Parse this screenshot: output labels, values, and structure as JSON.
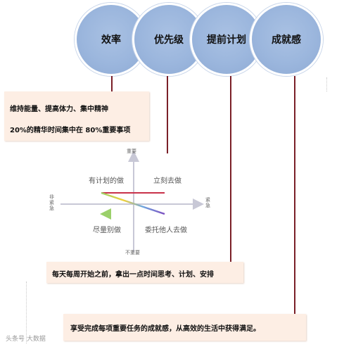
{
  "circles": [
    {
      "label": "效率"
    },
    {
      "label": "优先级"
    },
    {
      "label": "提前计划"
    },
    {
      "label": "成就感"
    }
  ],
  "box1": {
    "line1": "维持能量、提高体力、集中精神",
    "line2": "20%的精华时间集中在 80%重要事项"
  },
  "matrix": {
    "top": "重要",
    "bottom": "不重要",
    "left": "非紧急",
    "right": "紧急",
    "q_top_left": "有计划的做",
    "q_top_right": "立刻去做",
    "q_bottom_left": "尽量别做",
    "q_bottom_right": "委托他人去做"
  },
  "box2": {
    "text": "每天每周开始之前，拿出一点时间思考、计划、安排"
  },
  "box3": {
    "text": "享受完成每项重要任务的成就感，从高效的生活中获得满足。"
  },
  "watermark": "头条号 大数据"
}
